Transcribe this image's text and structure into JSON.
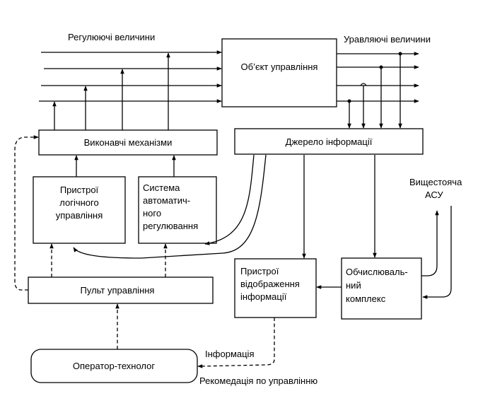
{
  "labels": {
    "regulating_values": "Регулюючі величини",
    "control_values": "Уравляючі величини",
    "higher_asu": [
      "Вищестояча",
      "АСУ"
    ],
    "information": "Інформація",
    "recommendation": "Рекомедація по управлінню"
  },
  "blocks": {
    "control_object": "Об’єкт управління",
    "actuators": "Виконавчі механізми",
    "info_source": "Джерело інформації",
    "logic_devices": [
      "Пристрої",
      "логічного",
      "управління"
    ],
    "auto_control_system": [
      "Система",
      "автоматич-",
      "ного",
      "регулювання"
    ],
    "control_panel": "Пульт управління",
    "display_devices": [
      "Пристрої",
      "відображення",
      "інформації"
    ],
    "computing_complex": [
      "Обчислюваль-",
      "ний",
      "комплекс"
    ],
    "operator": "Оператор-технолог"
  }
}
